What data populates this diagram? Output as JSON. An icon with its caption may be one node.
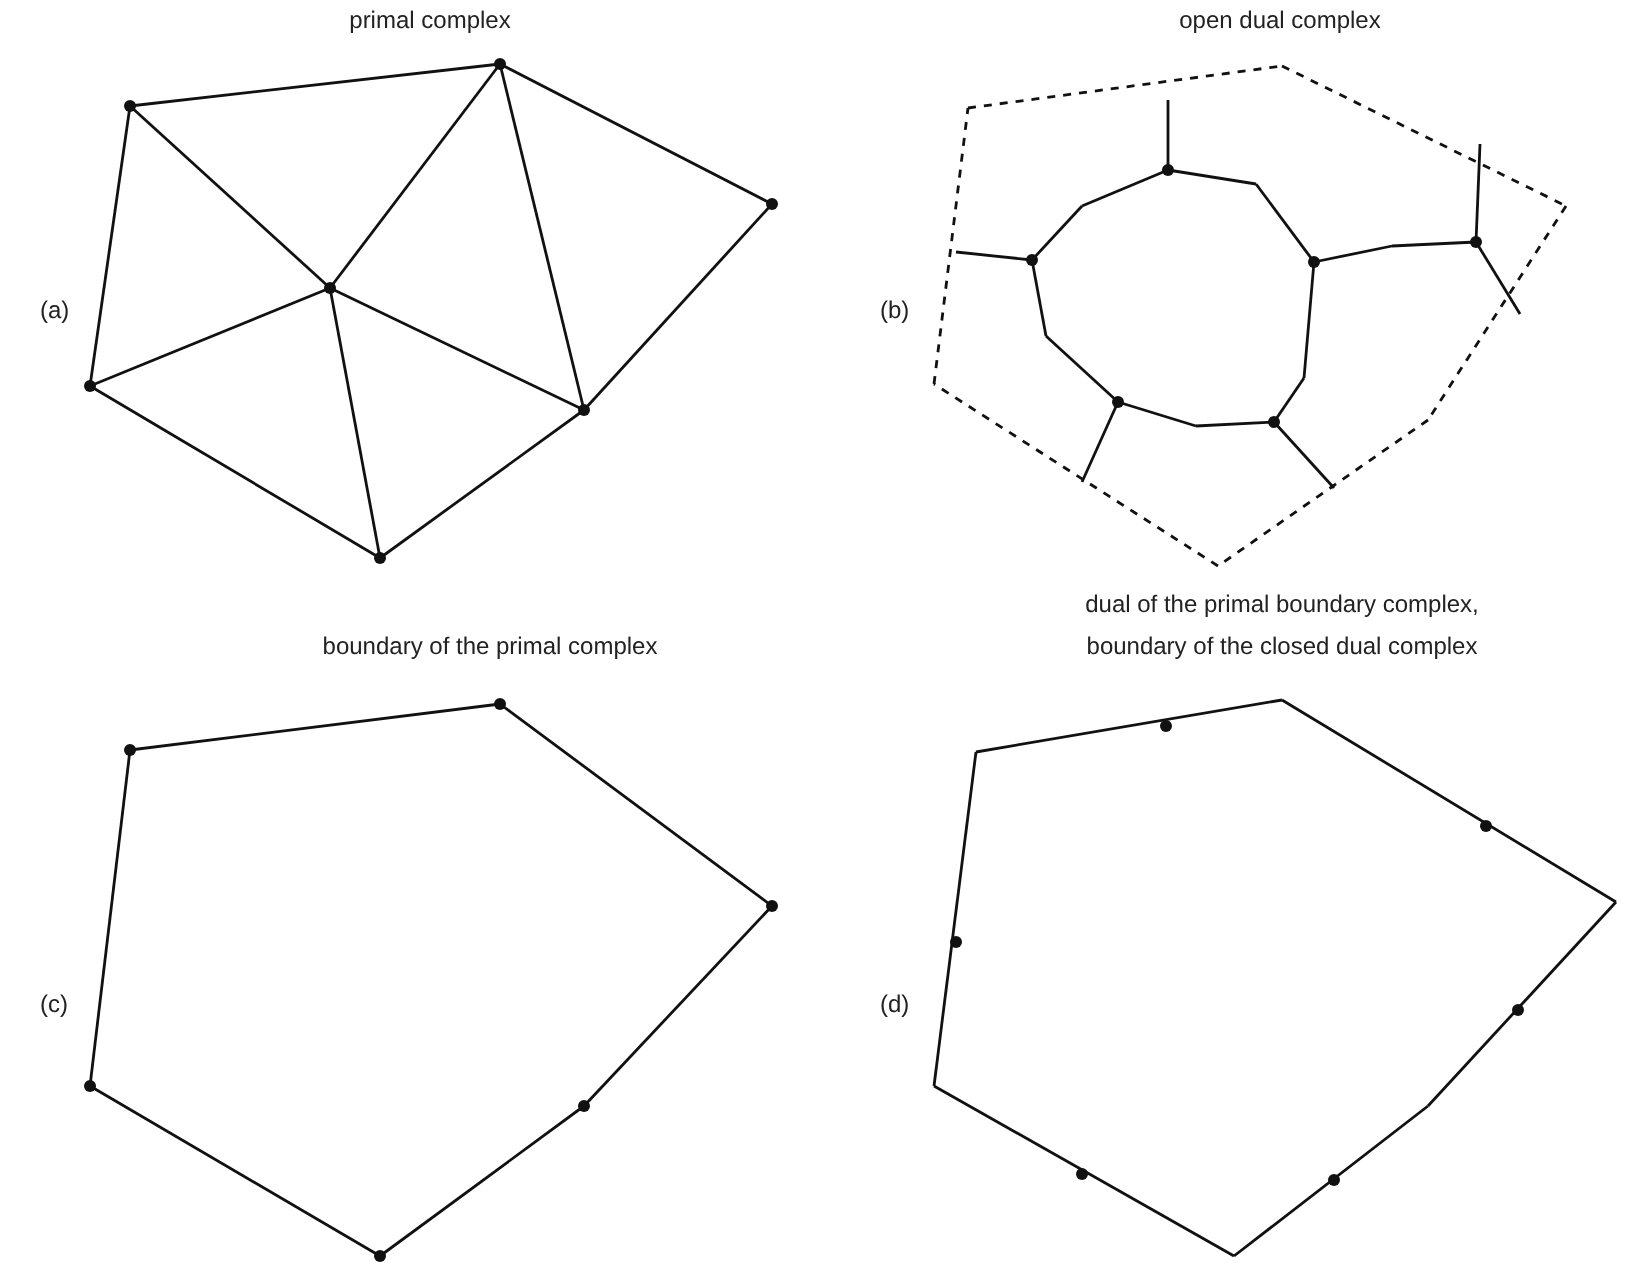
{
  "diagram": {
    "labels": [
      "primal complex",
      "open dual complex",
      "(a)",
      "(b)",
      "boundary of the primal complex",
      "dual of the primal boundary complex, boundary of the closed dual complex",
      "(c)",
      "(d)"
    ]
  }
}
